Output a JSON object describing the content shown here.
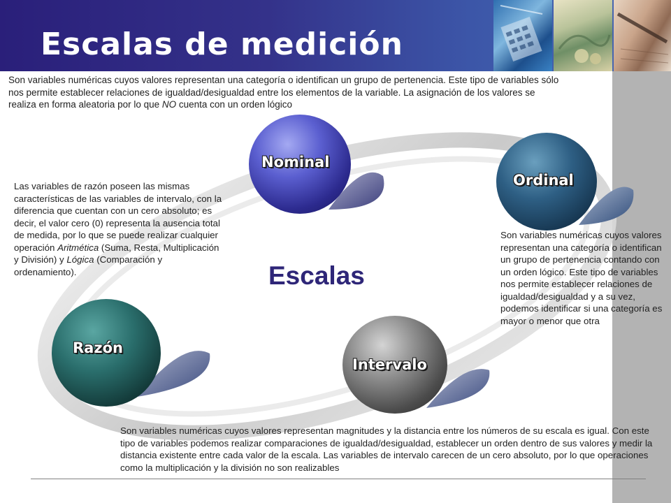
{
  "slide": {
    "title": "Escalas de medición",
    "center_label": "Escalas"
  },
  "scales": {
    "nominal": {
      "label": "Nominal",
      "description": "Son variables numéricas cuyos valores representan una categoría o identifican un grupo de pertenencia. Este tipo de variables sólo nos permite establecer relaciones de igualdad/desigualdad entre los elementos de la variable. La asignación de los valores se realiza en forma aleatoria por lo que ",
      "emphasis": "NO",
      "description_end": " cuenta con un orden lógico"
    },
    "ordinal": {
      "label": "Ordinal",
      "description": "Son variables numéricas cuyos valores representan una categoría o identifican un grupo de pertenencia contando con un orden lógico. Este tipo de variables nos permite establecer relaciones de igualdad/desigualdad y a su vez, podemos identificar si una categoría es mayor o menor que otra"
    },
    "razon": {
      "label": "Razón",
      "description_a": "Las variables de razón poseen las mismas características de las variables de intervalo, con la diferencia que cuentan con un cero absoluto; es decir, el valor cero (0) representa la ausencia total de medida, por lo que se puede realizar cualquier operación ",
      "emphasis_a": "Aritmética",
      "description_b": " (Suma, Resta, Multiplicación y División) y ",
      "emphasis_b": "Lógica",
      "description_c": " (Comparación y ordenamiento)."
    },
    "intervalo": {
      "label": "Intervalo",
      "description": "Son variables numéricas cuyos valores representan magnitudes y la distancia entre los números de su escala es igual. Con este tipo de variables podemos realizar comparaciones de igualdad/desigualdad, establecer un orden dentro de sus valores y medir la distancia existente entre cada valor de la escala. Las variables de intervalo carecen de un cero absoluto, por lo que operaciones como la multiplicación y la división no son realizables"
    }
  },
  "colors": {
    "header_dark": "#2a1f7a",
    "header_light": "#4a6bb4",
    "center_text": "#2e2678",
    "side_strip": "#b3b3b3"
  }
}
